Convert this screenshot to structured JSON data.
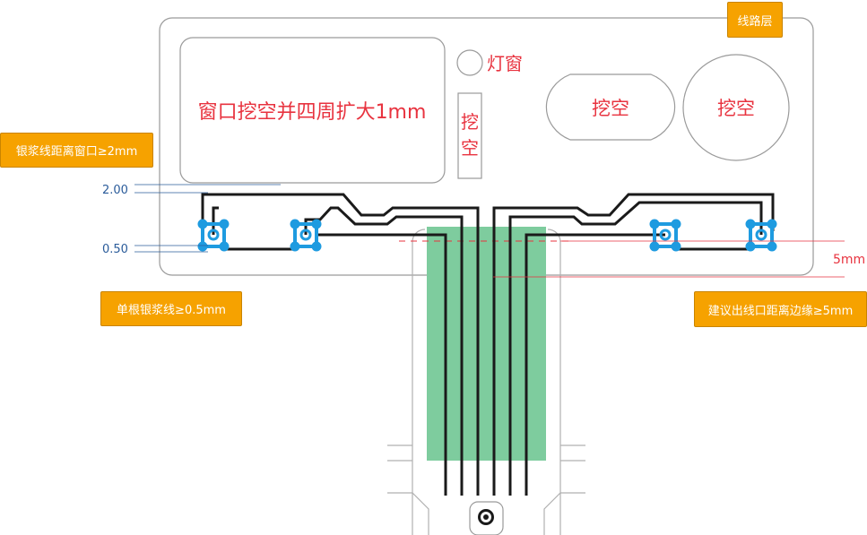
{
  "labels": {
    "layer": "线路层",
    "silver_to_window": "银浆线距离窗口≥2mm",
    "single_line_width": "单根银浆线≥0.5mm",
    "outlet_to_edge": "建议出线口距离边缘≥5mm",
    "big_window": "窗口挖空并四周扩大1mm",
    "light_window": "灯窗",
    "cutout_vertical": [
      "挖",
      "空"
    ],
    "cutout_1": "挖空",
    "cutout_2": "挖空",
    "dim_200": "2.00",
    "dim_050": "0.50",
    "dim_5mm": "5mm"
  },
  "colors": {
    "tag_bg": "#f6a200",
    "trace": "#1a1a1a",
    "pad": "#1e9be0",
    "tail_fill": "#7ecc9e",
    "red_text": "#e8333f",
    "dim_text": "#2a5b9a"
  }
}
